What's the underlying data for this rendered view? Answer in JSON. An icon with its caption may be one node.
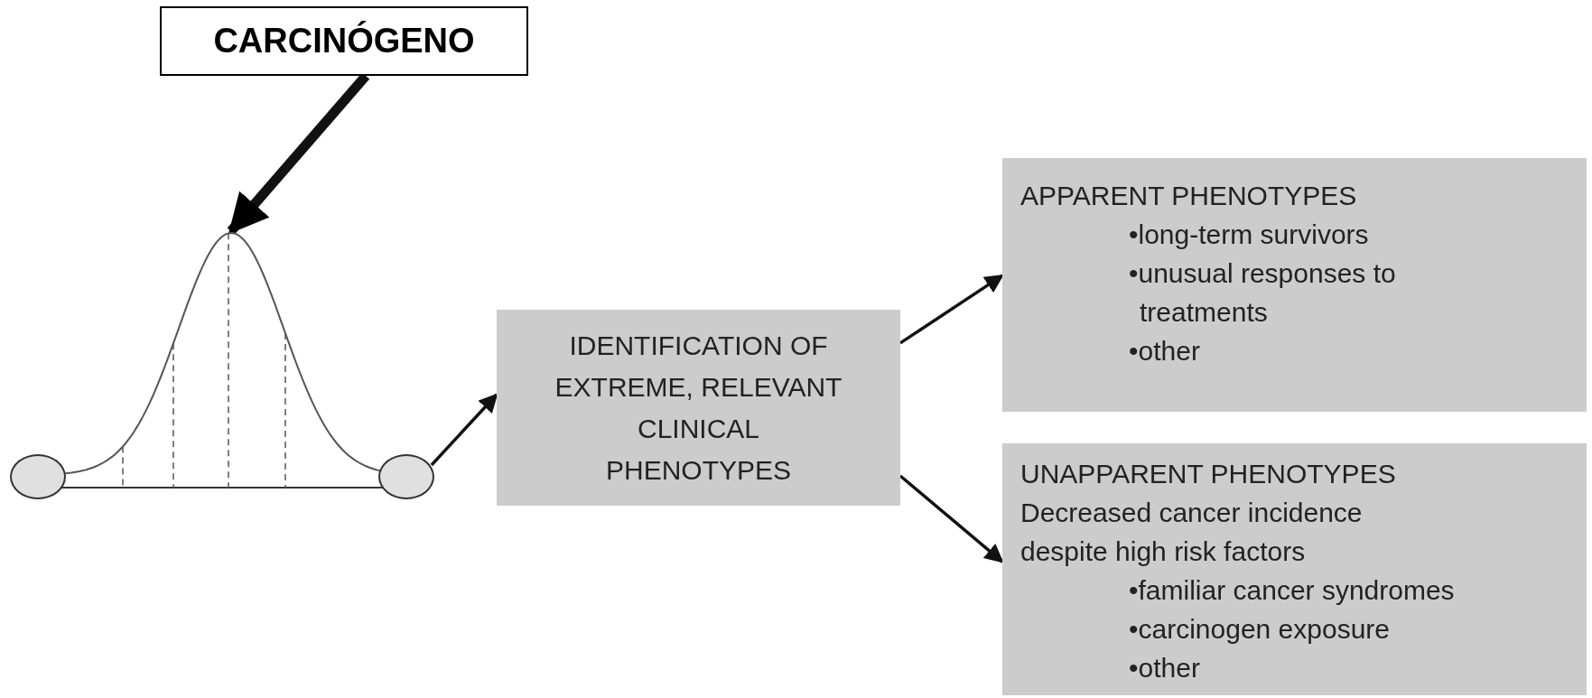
{
  "diagram": {
    "nodes": [
      {
        "text": [
          "CARCINÓGENO"
        ]
      },
      {
        "text": [],
        "shape": "curve"
      },
      {
        "text": [],
        "shape": "circle"
      },
      {
        "text": [],
        "shape": "circle"
      },
      {
        "text": [
          "IDENTIFICATION OF EXTREME, RELEVANT CLINICAL PHENOTYPES"
        ]
      },
      {
        "text": [
          "APPARENT PHENOTYPES",
          "•long-term survivors",
          "•unusual responses to treatments",
          "•other"
        ]
      },
      {
        "text": [
          "UNAPPARENT PHENOTYPES",
          "Decreased cancer incidence despite high risk factors",
          "•familiar cancer syndromes",
          "•carcinogen exposure",
          "•other"
        ]
      }
    ],
    "edges": [
      {
        "from": 0,
        "to": 1,
        "arrow": "to",
        "style": "thick"
      },
      {
        "from": 3,
        "to": 4,
        "arrow": "to"
      },
      {
        "from": 4,
        "to": 5,
        "arrow": "to"
      },
      {
        "from": 4,
        "to": 6,
        "arrow": "to"
      }
    ]
  }
}
